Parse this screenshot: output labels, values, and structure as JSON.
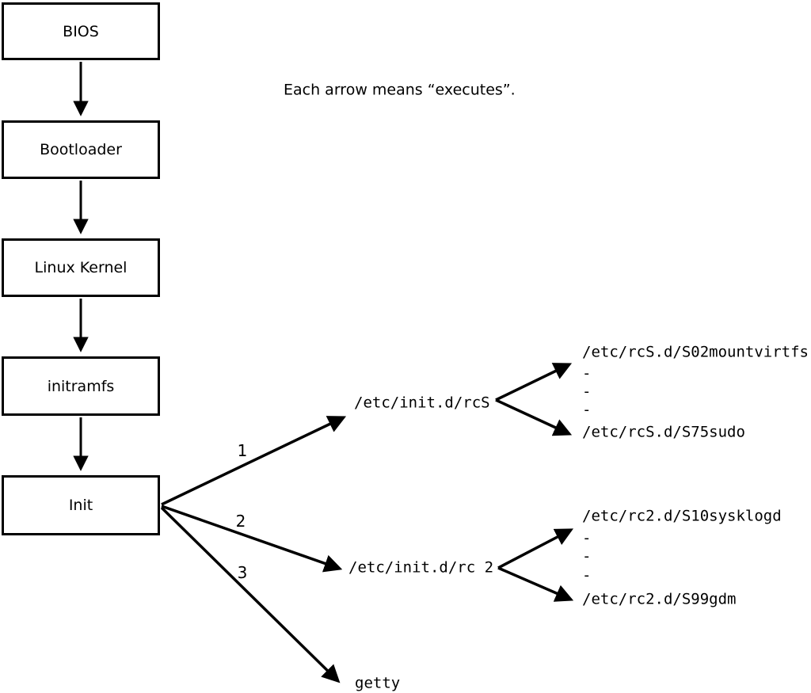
{
  "note": "Each arrow means “executes”.",
  "arrow_meaning": "executes",
  "chain": [
    "BIOS",
    "Bootloader",
    "Linux Kernel",
    "initramfs",
    "Init"
  ],
  "branches": [
    {
      "number": "1",
      "target": "/etc/init.d/rcS",
      "scripts": [
        "/etc/rcS.d/S02mountvirtfs",
        "-",
        "-",
        "-",
        "/etc/rcS.d/S75sudo"
      ]
    },
    {
      "number": "2",
      "target": "/etc/init.d/rc 2",
      "scripts": [
        "/etc/rc2.d/S10sysklogd",
        "-",
        "-",
        "-",
        "/etc/rc2.d/S99gdm"
      ]
    },
    {
      "number": "3",
      "target": "getty",
      "scripts": []
    }
  ],
  "colors": {
    "line": "#000000",
    "background": "#ffffff",
    "text": "#000000"
  }
}
